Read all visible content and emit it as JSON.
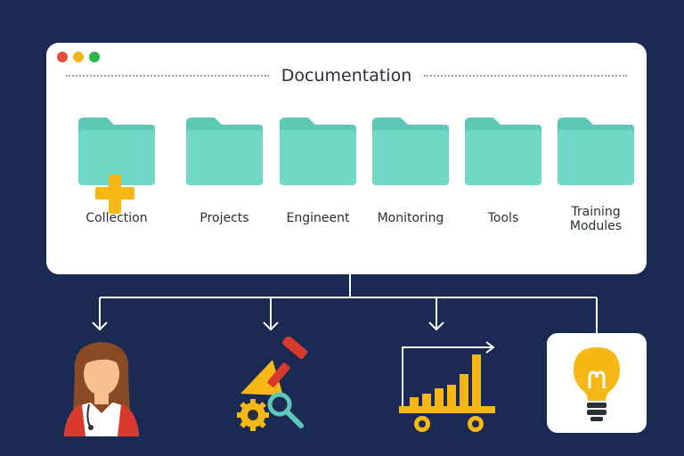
{
  "window": {
    "title": "Documentation",
    "controls": [
      "close",
      "minimize",
      "maximize"
    ],
    "control_colors": [
      "#e84c3d",
      "#f5b31b",
      "#2fb14c"
    ]
  },
  "folders": [
    {
      "label": "Collection",
      "icon": "folder-plus-icon",
      "badge": "plus"
    },
    {
      "label": "Projects",
      "icon": "folder-icon"
    },
    {
      "label": "Engineent",
      "icon": "folder-icon"
    },
    {
      "label": "Monitoring",
      "icon": "folder-icon"
    },
    {
      "label": "Tools",
      "icon": "folder-icon"
    },
    {
      "label": "Training Modules",
      "icon": "folder-icon"
    }
  ],
  "bottom_icons": [
    {
      "name": "person-avatar-icon"
    },
    {
      "name": "tools-gear-magnifier-icon"
    },
    {
      "name": "growth-bar-chart-cart-icon"
    },
    {
      "name": "lightbulb-icon"
    }
  ],
  "colors": {
    "background": "#1b2a52",
    "folder": "#6fd8c6",
    "folder_tab": "#5cc9b6",
    "accent_yellow": "#f6b817",
    "accent_red": "#d83b2e",
    "connector": "#ffffff"
  }
}
